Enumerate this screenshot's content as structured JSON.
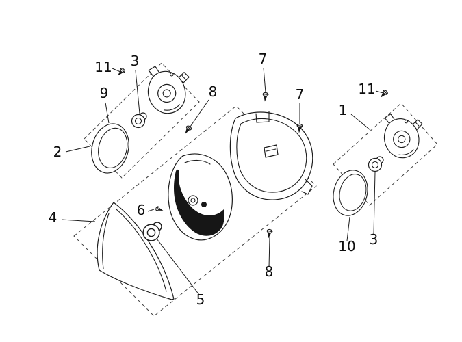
{
  "diagram": {
    "type": "exploded-parts-diagram",
    "background_color": "#ffffff",
    "line_color": "#1c1c1c",
    "callouts": {
      "c11_left": "11",
      "c3_left": "3",
      "c9": "9",
      "c2": "2",
      "c8_top": "8",
      "c7_a": "7",
      "c7_b": "7",
      "c11_right": "11",
      "c1": "1",
      "c4": "4",
      "c6": "6",
      "c5": "5",
      "c8_bottom": "8",
      "c3_right": "3",
      "c10": "10"
    }
  }
}
